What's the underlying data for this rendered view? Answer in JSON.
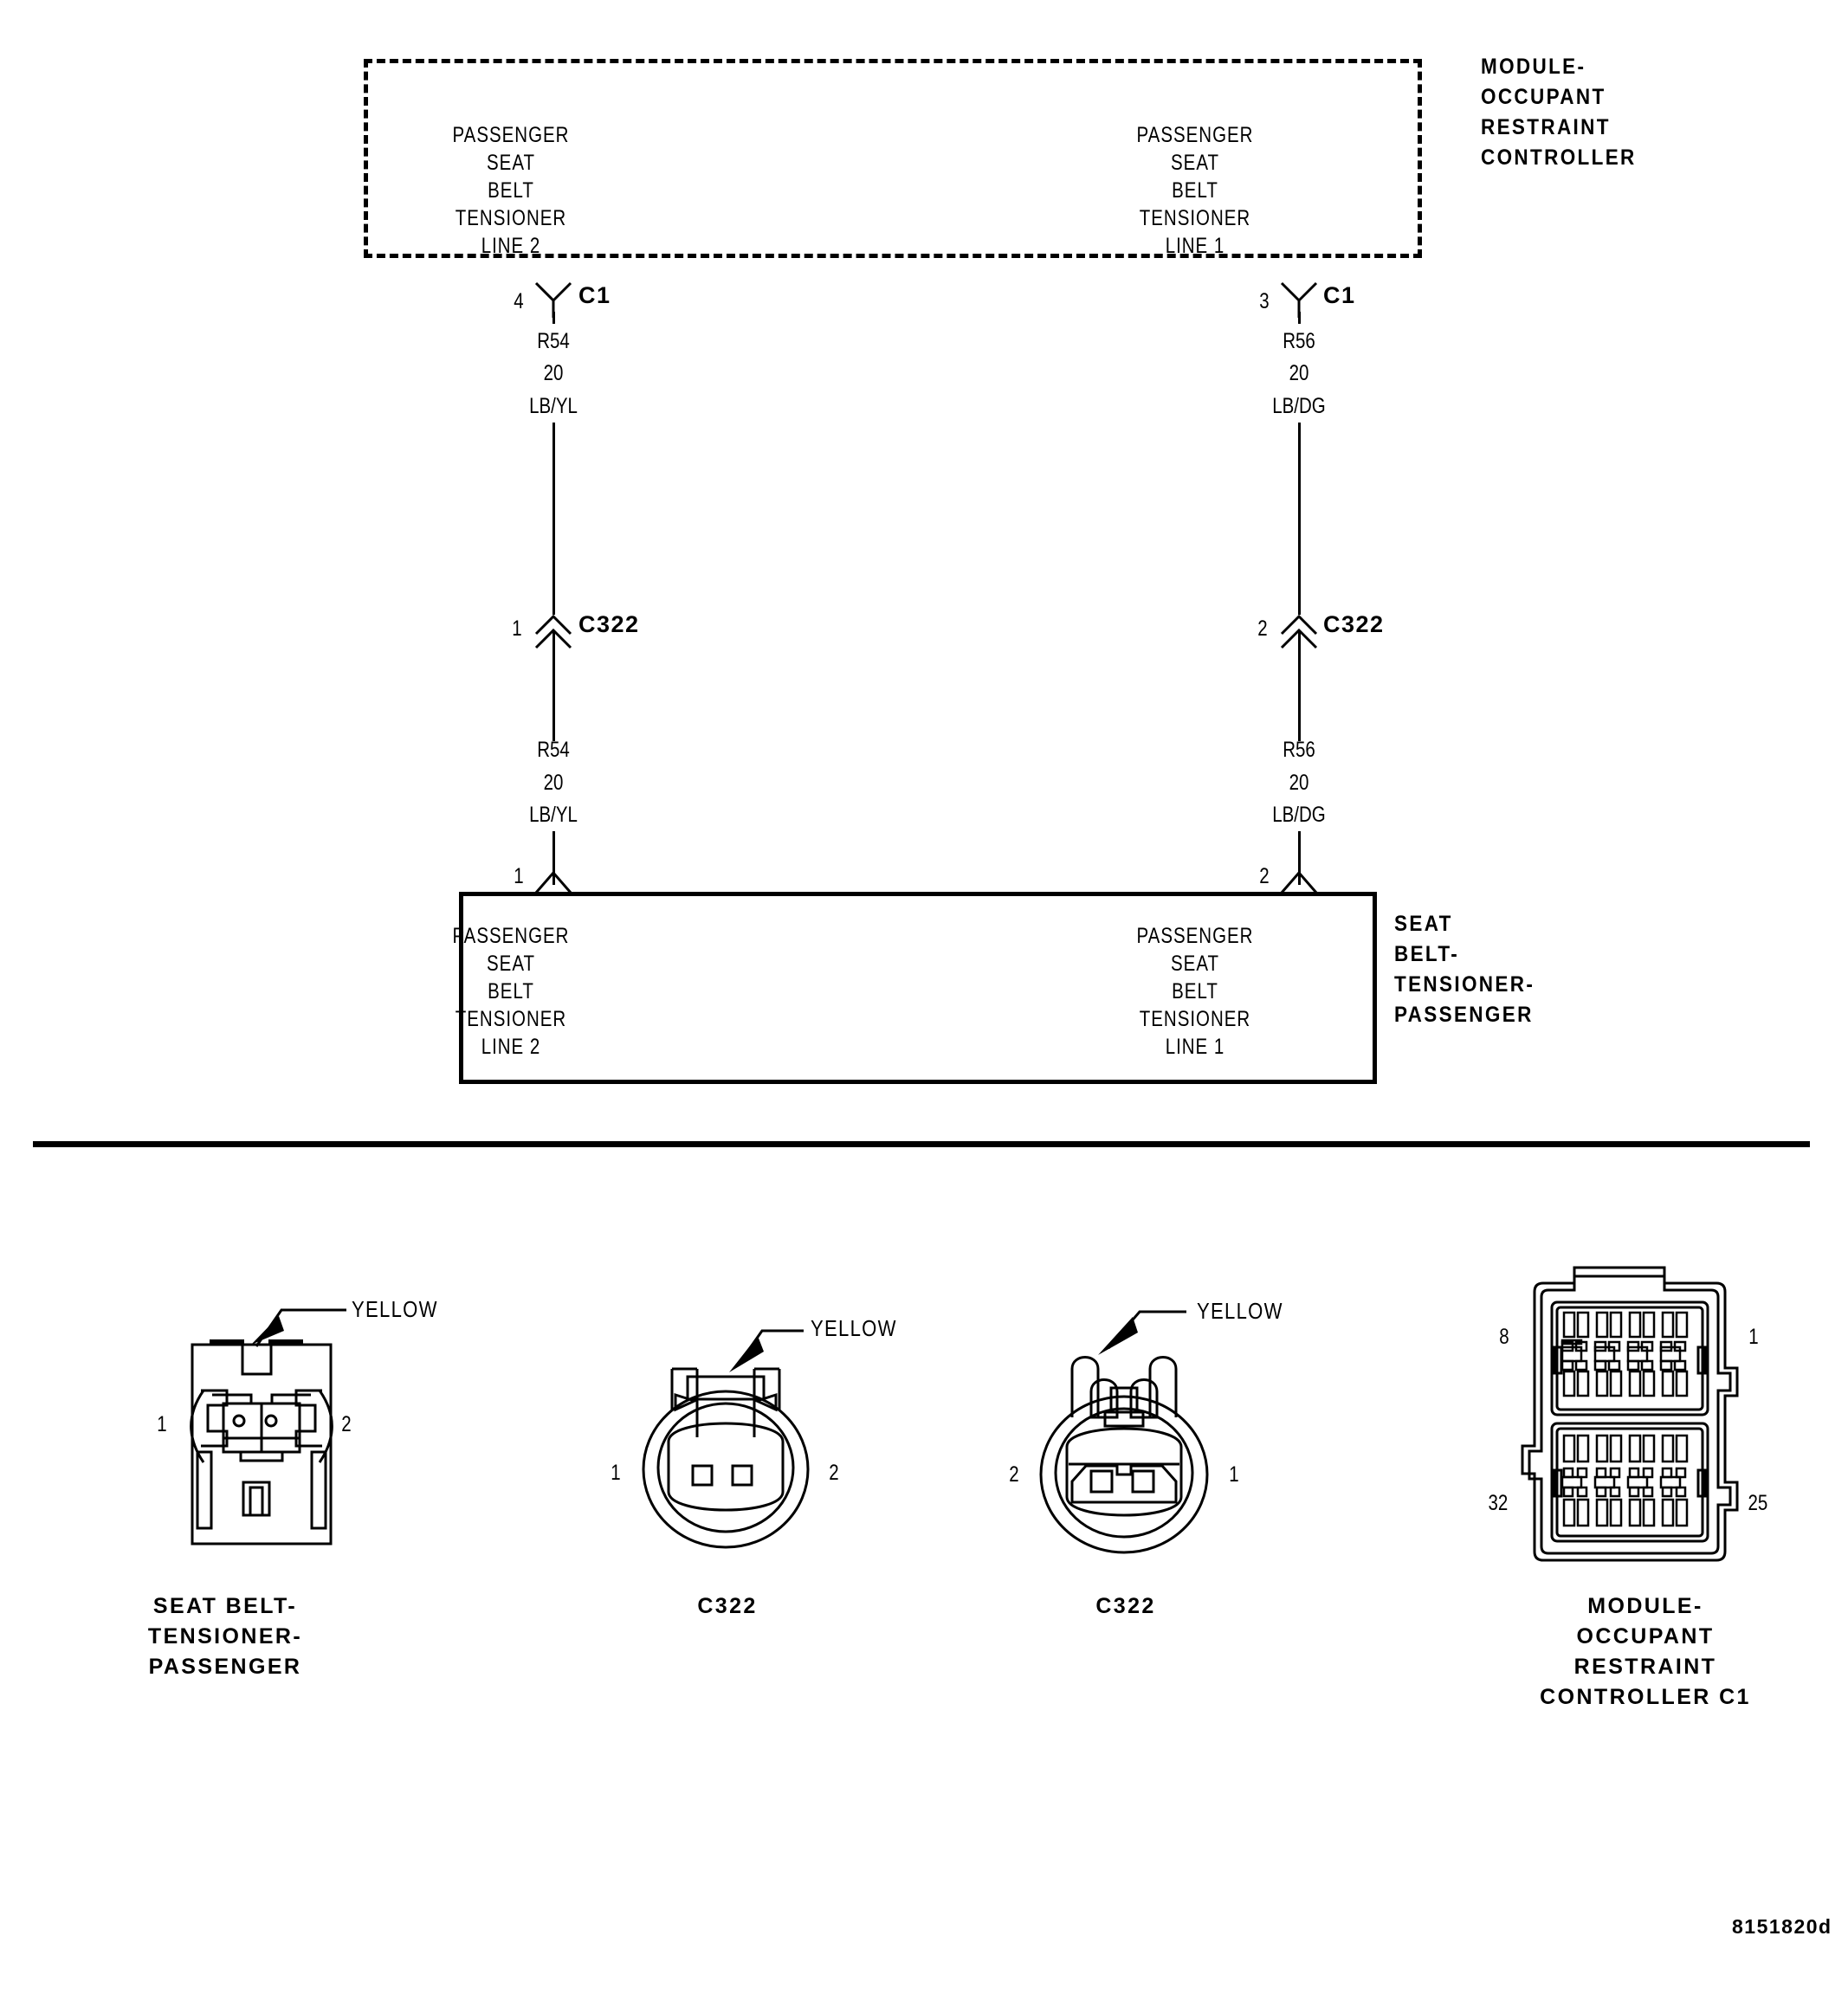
{
  "diagram": {
    "reference_number": "8151820d",
    "module": {
      "title": "MODULE-\nOCCUPANT\nRESTRAINT\nCONTROLLER",
      "left_terminal_label": "PASSENGER\nSEAT\nBELT\nTENSIONER\nLINE 2",
      "right_terminal_label": "PASSENGER\nSEAT\nBELT\nTENSIONER\nLINE 1",
      "left_pin": "4",
      "right_pin": "3",
      "left_connector": "C1",
      "right_connector": "C1"
    },
    "wires": {
      "left_upper": {
        "circuit": "R54",
        "gauge": "20",
        "color": "LB/YL"
      },
      "right_upper": {
        "circuit": "R56",
        "gauge": "20",
        "color": "LB/DG"
      },
      "left_lower": {
        "circuit": "R54",
        "gauge": "20",
        "color": "LB/YL"
      },
      "right_lower": {
        "circuit": "R56",
        "gauge": "20",
        "color": "LB/DG"
      }
    },
    "inline_connectors": {
      "left": {
        "pin": "1",
        "name": "C322"
      },
      "right": {
        "pin": "2",
        "name": "C322"
      }
    },
    "device": {
      "title": "SEAT\nBELT-\nTENSIONER-\nPASSENGER",
      "left_terminal_label": "PASSENGER\nSEAT\nBELT\nTENSIONER\nLINE 2",
      "right_terminal_label": "PASSENGER\nSEAT\nBELT\nTENSIONER\nLINE 1",
      "left_pin": "1",
      "right_pin": "2"
    }
  },
  "connector_views": [
    {
      "id": "seat-belt-tensioner-passenger",
      "caption": "SEAT BELT-\nTENSIONER-\nPASSENGER",
      "callout": "YELLOW",
      "left_pin": "1",
      "right_pin": "2",
      "shape": "rectangular-2-cavity"
    },
    {
      "id": "c322-male",
      "caption": "C322",
      "callout": "YELLOW",
      "left_pin": "1",
      "right_pin": "2",
      "shape": "round-2-cavity"
    },
    {
      "id": "c322-female",
      "caption": "C322",
      "callout": "YELLOW",
      "left_pin": "2",
      "right_pin": "1",
      "shape": "round-2-cavity"
    },
    {
      "id": "module-occupant-restraint-controller-c1",
      "caption": "MODULE-\nOCCUPANT\nRESTRAINT\nCONTROLLER C1",
      "top_left_pin": "8",
      "top_right_pin": "1",
      "bottom_left_pin": "32",
      "bottom_right_pin": "25",
      "shape": "rectangular-32-cavity"
    }
  ],
  "colors": {
    "line": "#000000",
    "background": "#ffffff"
  }
}
